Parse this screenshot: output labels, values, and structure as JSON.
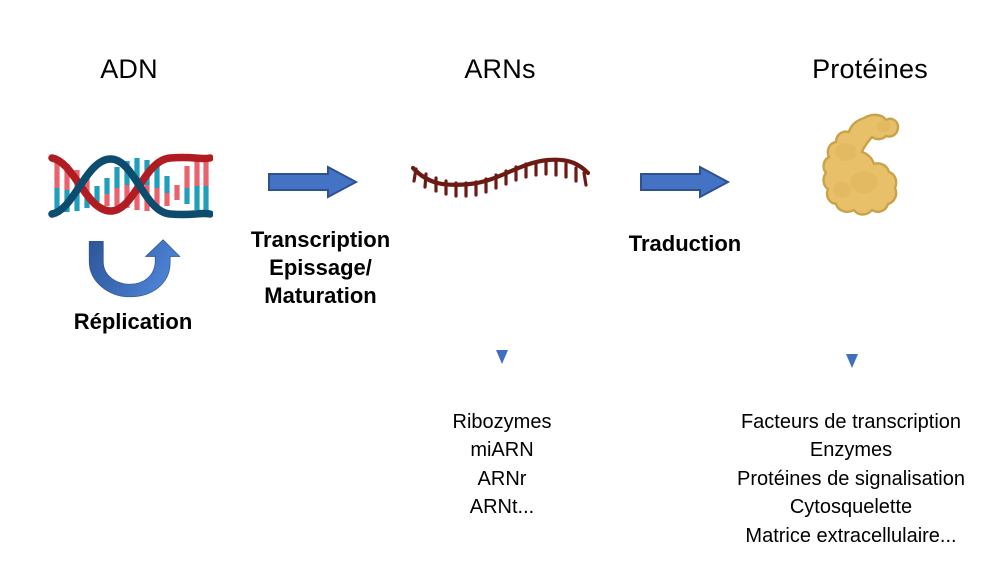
{
  "diagram": {
    "title_adn": "ADN",
    "title_arns": "ARNs",
    "title_proteines": "Protéines",
    "label_replication": "Réplication",
    "label_transcription": "Transcription\nEpissage/\nMaturation",
    "label_traduction": "Traduction",
    "list_arns": "Ribozymes\nmiARN\nARNr\nARNt...",
    "list_proteines": "Facteurs de transcription\nEnzymes\nProtéines de signalisation\nCytosquelette\nMatrice extracellulaire...",
    "icons": {
      "dna": "dna-double-helix-icon",
      "rna": "rna-single-strand-icon",
      "protein": "protein-blob-icon",
      "arrow_transcription": "right-block-arrow-icon",
      "arrow_traduction": "right-block-arrow-icon",
      "arrow_replication": "curved-u-turn-arrow-icon",
      "arrow_down_arns": "thin-down-arrow-icon",
      "arrow_down_proteines": "thin-down-arrow-icon"
    },
    "colors": {
      "arrow_fill": "#4472C4",
      "arrow_stroke": "#2F528F",
      "dna_strand_red": "#B01C22",
      "dna_strand_blue": "#0E4C6E",
      "dna_rung_cyan": "#219EBC",
      "dna_rung_red": "#E8636B",
      "rna_strand": "#6E1A14",
      "protein_fill": "#E8C06A",
      "protein_stroke": "#C9A24A",
      "thin_arrow": "#3F6FC0",
      "text": "#000000",
      "background": "#FFFFFF"
    }
  }
}
